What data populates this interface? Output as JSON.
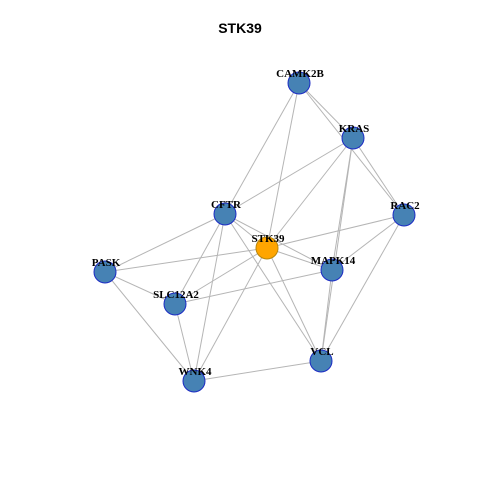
{
  "title": "STK39",
  "colors": {
    "node_fill": "#4682b4",
    "node_stroke": "#1c2bc4",
    "hub_fill": "#ffa500",
    "hub_stroke": "#b8860b",
    "edge": "#b5b5b5"
  },
  "network": {
    "nodes": [
      {
        "id": "CAMK2B",
        "label": "CAMK2B",
        "hub": false
      },
      {
        "id": "KRAS",
        "label": "KRAS",
        "hub": false
      },
      {
        "id": "CFTR",
        "label": "CFTR",
        "hub": false
      },
      {
        "id": "RAC2",
        "label": "RAC2",
        "hub": false
      },
      {
        "id": "STK39",
        "label": "STK39",
        "hub": true
      },
      {
        "id": "MAPK14",
        "label": "MAPK14",
        "hub": false
      },
      {
        "id": "PASK",
        "label": "PASK",
        "hub": false
      },
      {
        "id": "SLC12A2",
        "label": "SLC12A2",
        "hub": false
      },
      {
        "id": "VCL",
        "label": "VCL",
        "hub": false
      },
      {
        "id": "WNK4",
        "label": "WNK4",
        "hub": false
      }
    ],
    "edges": [
      [
        "CAMK2B",
        "KRAS"
      ],
      [
        "CAMK2B",
        "RAC2"
      ],
      [
        "CAMK2B",
        "CFTR"
      ],
      [
        "CAMK2B",
        "STK39"
      ],
      [
        "KRAS",
        "RAC2"
      ],
      [
        "KRAS",
        "CFTR"
      ],
      [
        "KRAS",
        "STK39"
      ],
      [
        "KRAS",
        "MAPK14"
      ],
      [
        "KRAS",
        "VCL"
      ],
      [
        "RAC2",
        "STK39"
      ],
      [
        "RAC2",
        "MAPK14"
      ],
      [
        "RAC2",
        "VCL"
      ],
      [
        "CFTR",
        "STK39"
      ],
      [
        "CFTR",
        "MAPK14"
      ],
      [
        "CFTR",
        "VCL"
      ],
      [
        "CFTR",
        "PASK"
      ],
      [
        "CFTR",
        "SLC12A2"
      ],
      [
        "CFTR",
        "WNK4"
      ],
      [
        "STK39",
        "MAPK14"
      ],
      [
        "STK39",
        "PASK"
      ],
      [
        "STK39",
        "SLC12A2"
      ],
      [
        "STK39",
        "VCL"
      ],
      [
        "STK39",
        "WNK4"
      ],
      [
        "MAPK14",
        "VCL"
      ],
      [
        "MAPK14",
        "SLC12A2"
      ],
      [
        "PASK",
        "SLC12A2"
      ],
      [
        "PASK",
        "WNK4"
      ],
      [
        "SLC12A2",
        "WNK4"
      ],
      [
        "WNK4",
        "VCL"
      ]
    ]
  }
}
